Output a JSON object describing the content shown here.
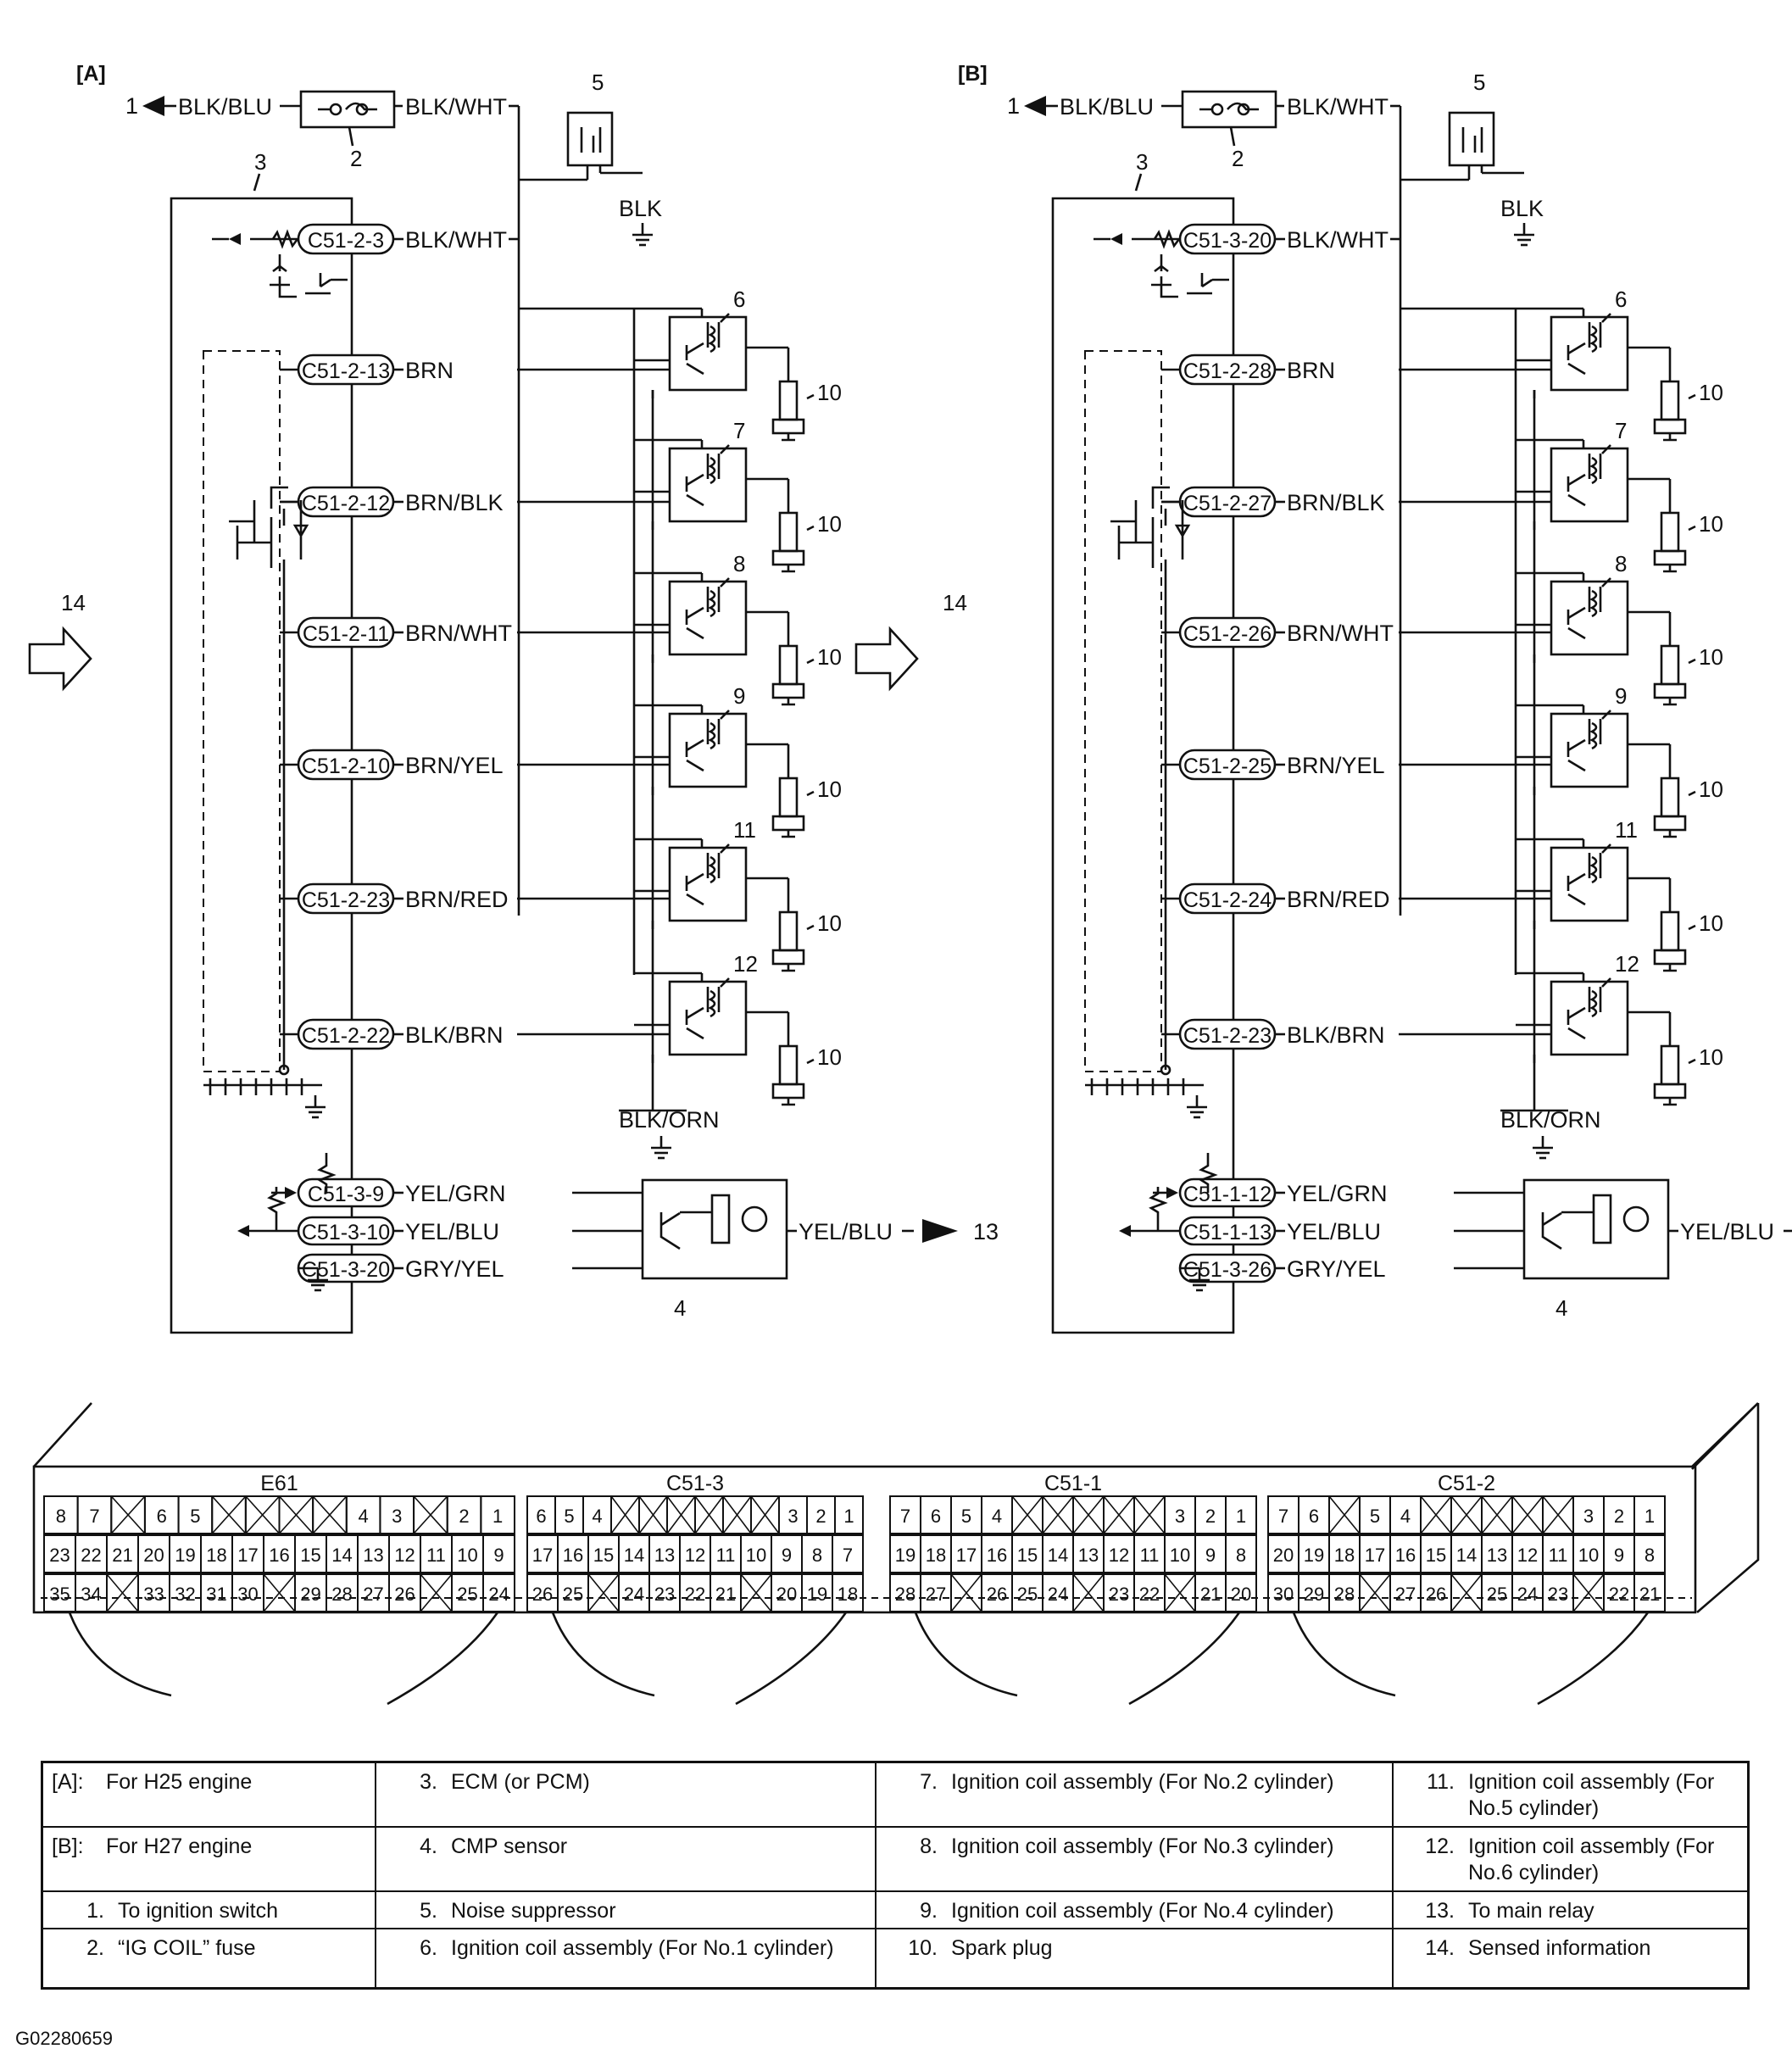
{
  "diagram_a": {
    "label": "[A]",
    "fuse_left_wire": "BLK/BLU",
    "fuse_right_wire": "BLK/WHT",
    "ground_wire": "BLK",
    "terminals": [
      {
        "id": "C51-2-3",
        "wire": "BLK/WHT"
      },
      {
        "id": "C51-2-13",
        "wire": "BRN"
      },
      {
        "id": "C51-2-12",
        "wire": "BRN/BLK"
      },
      {
        "id": "C51-2-11",
        "wire": "BRN/WHT"
      },
      {
        "id": "C51-2-10",
        "wire": "BRN/YEL"
      },
      {
        "id": "C51-2-23",
        "wire": "BRN/RED"
      },
      {
        "id": "C51-2-22",
        "wire": "BLK/BRN"
      }
    ],
    "coil_ground": "BLK/ORN",
    "sensor_terminals": [
      {
        "id": "C51-3-9",
        "wire": "YEL/GRN"
      },
      {
        "id": "C51-3-10",
        "wire": "YEL/BLU"
      },
      {
        "id": "C51-3-20",
        "wire": "GRY/YEL"
      }
    ],
    "sensor_out": "YEL/BLU"
  },
  "diagram_b": {
    "label": "[B]",
    "fuse_left_wire": "BLK/BLU",
    "fuse_right_wire": "BLK/WHT",
    "ground_wire": "BLK",
    "terminals": [
      {
        "id": "C51-3-20",
        "wire": "BLK/WHT"
      },
      {
        "id": "C51-2-28",
        "wire": "BRN"
      },
      {
        "id": "C51-2-27",
        "wire": "BRN/BLK"
      },
      {
        "id": "C51-2-26",
        "wire": "BRN/WHT"
      },
      {
        "id": "C51-2-25",
        "wire": "BRN/YEL"
      },
      {
        "id": "C51-2-24",
        "wire": "BRN/RED"
      },
      {
        "id": "C51-2-23",
        "wire": "BLK/BRN"
      }
    ],
    "coil_ground": "BLK/ORN",
    "sensor_terminals": [
      {
        "id": "C51-1-12",
        "wire": "YEL/GRN"
      },
      {
        "id": "C51-1-13",
        "wire": "YEL/BLU"
      },
      {
        "id": "C51-3-26",
        "wire": "GRY/YEL"
      }
    ],
    "sensor_out": "YEL/BLU"
  },
  "callouts": {
    "n1": "1",
    "n2": "2",
    "n3": "3",
    "n4": "4",
    "n5": "5",
    "n6": "6",
    "n7": "7",
    "n8": "8",
    "n9": "9",
    "n10": "10",
    "n11": "11",
    "n12": "12",
    "n13": "13",
    "n14": "14"
  },
  "connectors": [
    {
      "name": "E61",
      "rows": [
        [
          "8",
          "7",
          "X",
          "6",
          "5",
          "X",
          "X",
          "X",
          "X",
          "4",
          "3",
          "X",
          "2",
          "1"
        ],
        [
          "23",
          "22",
          "21",
          "20",
          "19",
          "18",
          "17",
          "16",
          "15",
          "14",
          "13",
          "12",
          "11",
          "10",
          "9"
        ],
        [
          "35",
          "34",
          "X",
          "33",
          "32",
          "31",
          "30",
          "X",
          "29",
          "28",
          "27",
          "26",
          "X",
          "25",
          "24"
        ]
      ]
    },
    {
      "name": "C51-3",
      "rows": [
        [
          "6",
          "5",
          "4",
          "X",
          "X",
          "X",
          "X",
          "X",
          "X",
          "3",
          "2",
          "1"
        ],
        [
          "17",
          "16",
          "15",
          "14",
          "13",
          "12",
          "11",
          "10",
          "9",
          "8",
          "7"
        ],
        [
          "26",
          "25",
          "X",
          "24",
          "23",
          "22",
          "21",
          "X",
          "20",
          "19",
          "18"
        ]
      ]
    },
    {
      "name": "C51-1",
      "rows": [
        [
          "7",
          "6",
          "5",
          "4",
          "X",
          "X",
          "X",
          "X",
          "X",
          "3",
          "2",
          "1"
        ],
        [
          "19",
          "18",
          "17",
          "16",
          "15",
          "14",
          "13",
          "12",
          "11",
          "10",
          "9",
          "8"
        ],
        [
          "28",
          "27",
          "X",
          "26",
          "25",
          "24",
          "X",
          "23",
          "22",
          "X",
          "21",
          "20"
        ]
      ]
    },
    {
      "name": "C51-2",
      "rows": [
        [
          "7",
          "6",
          "X",
          "5",
          "4",
          "X",
          "X",
          "X",
          "X",
          "X",
          "3",
          "2",
          "1"
        ],
        [
          "20",
          "19",
          "18",
          "17",
          "16",
          "15",
          "14",
          "13",
          "12",
          "11",
          "10",
          "9",
          "8"
        ],
        [
          "30",
          "29",
          "28",
          "X",
          "27",
          "26",
          "X",
          "25",
          "24",
          "23",
          "X",
          "22",
          "21"
        ]
      ]
    }
  ],
  "legend": [
    [
      {
        "k": "[A]:",
        "v": "For H25 engine"
      },
      {
        "k": "3.",
        "v": "ECM (or PCM)"
      },
      {
        "k": "7.",
        "v": "Ignition coil assembly (For No.2 cylinder)"
      },
      {
        "k": "11.",
        "v": "Ignition coil assembly (For No.5 cylinder)"
      }
    ],
    [
      {
        "k": "[B]:",
        "v": "For H27 engine"
      },
      {
        "k": "4.",
        "v": "CMP sensor"
      },
      {
        "k": "8.",
        "v": "Ignition coil assembly (For No.3 cylinder)"
      },
      {
        "k": "12.",
        "v": "Ignition coil assembly (For No.6 cylinder)"
      }
    ],
    [
      {
        "k": "1.",
        "v": "To ignition switch"
      },
      {
        "k": "5.",
        "v": "Noise suppressor"
      },
      {
        "k": "9.",
        "v": "Ignition coil assembly (For No.4 cylinder)"
      },
      {
        "k": "13.",
        "v": "To main relay"
      }
    ],
    [
      {
        "k": "2.",
        "v": "“IG COIL” fuse"
      },
      {
        "k": "6.",
        "v": "Ignition coil assembly (For No.1 cylinder)"
      },
      {
        "k": "10.",
        "v": "Spark plug"
      },
      {
        "k": "14.",
        "v": "Sensed information"
      }
    ]
  ],
  "figure_code": "G02280659"
}
